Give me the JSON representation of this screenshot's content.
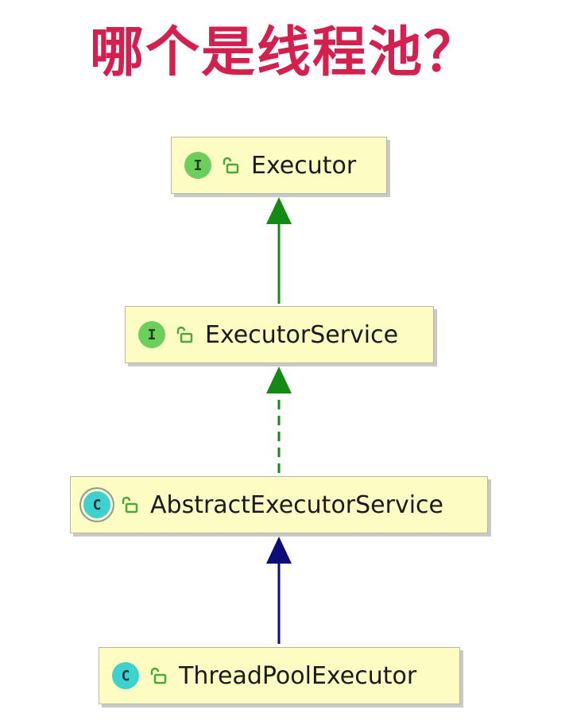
{
  "title": "哪个是线程池？",
  "nodes": [
    {
      "id": "executor",
      "kind": "interface",
      "badge": "I",
      "name": "Executor"
    },
    {
      "id": "executor-service",
      "kind": "interface",
      "badge": "I",
      "name": "ExecutorService"
    },
    {
      "id": "abstract-executor-service",
      "kind": "abstract-class",
      "badge": "C",
      "name": "AbstractExecutorService"
    },
    {
      "id": "thread-pool-executor",
      "kind": "class",
      "badge": "C",
      "name": "ThreadPoolExecutor"
    }
  ],
  "edges": [
    {
      "from": "executor-service",
      "to": "executor",
      "relation": "extends",
      "style": "solid",
      "color": "#138a13"
    },
    {
      "from": "abstract-executor-service",
      "to": "executor-service",
      "relation": "implements",
      "style": "dashed",
      "color": "#138a13"
    },
    {
      "from": "thread-pool-executor",
      "to": "abstract-executor-service",
      "relation": "extends",
      "style": "solid",
      "color": "#0c0c7a"
    }
  ],
  "colors": {
    "title": "#d4204f",
    "node_fill": "#fdfdc3",
    "interface_badge": "#6ccf5c",
    "class_badge": "#3ed1cf",
    "lock": "#4aa83a"
  }
}
